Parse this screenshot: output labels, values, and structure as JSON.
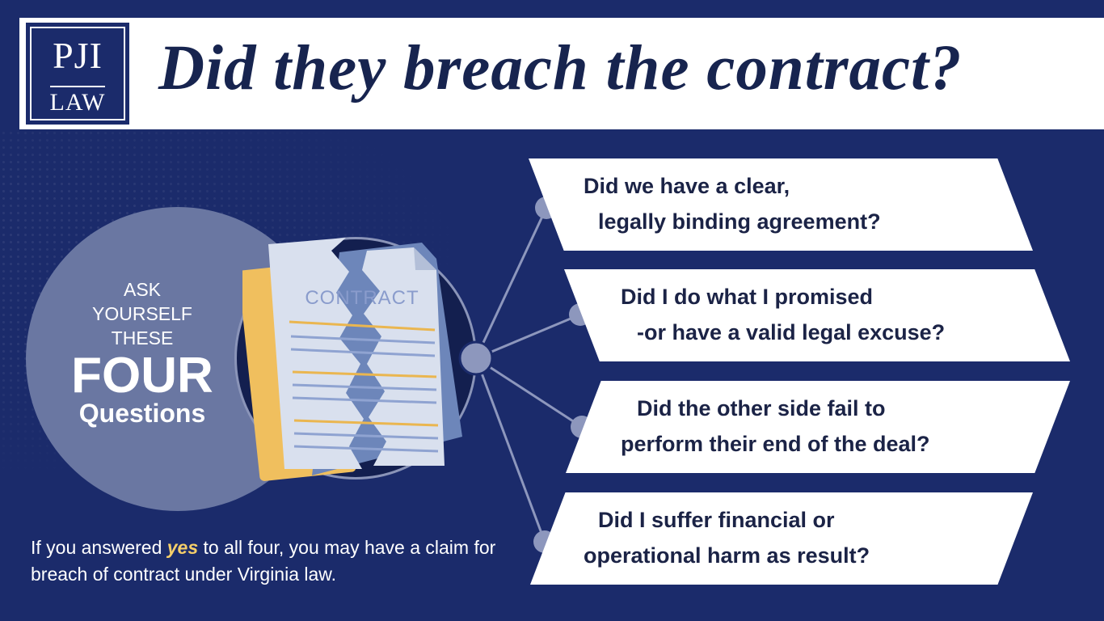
{
  "brand": {
    "logo_top": "PJI",
    "logo_bottom": "LAW",
    "navy": "#1b2b6b",
    "white": "#ffffff",
    "accent_yellow": "#f6cf6a"
  },
  "header": {
    "title": "Did they breach the contract?"
  },
  "intro": {
    "line1": "ASK",
    "line2": "YOURSELF",
    "line3": "THESE",
    "emphasis": "FOUR",
    "tail": "Questions"
  },
  "document": {
    "label": "CONTRACT",
    "icon": "torn-contract-icon"
  },
  "questions": [
    {
      "line1": "Did we have a clear,",
      "line2": "legally binding agreement?"
    },
    {
      "line1": "Did I do what I promised",
      "line2": "-or have a valid legal excuse?"
    },
    {
      "line1": "Did the other side fail to",
      "line2": "perform their end of the deal?"
    },
    {
      "line1": "Did I suffer financial or",
      "line2": "operational harm as result?"
    }
  ],
  "footer": {
    "before": "If you answered ",
    "highlight": "yes",
    "after": " to all four, you may have a claim for breach of contract under Virginia law."
  }
}
